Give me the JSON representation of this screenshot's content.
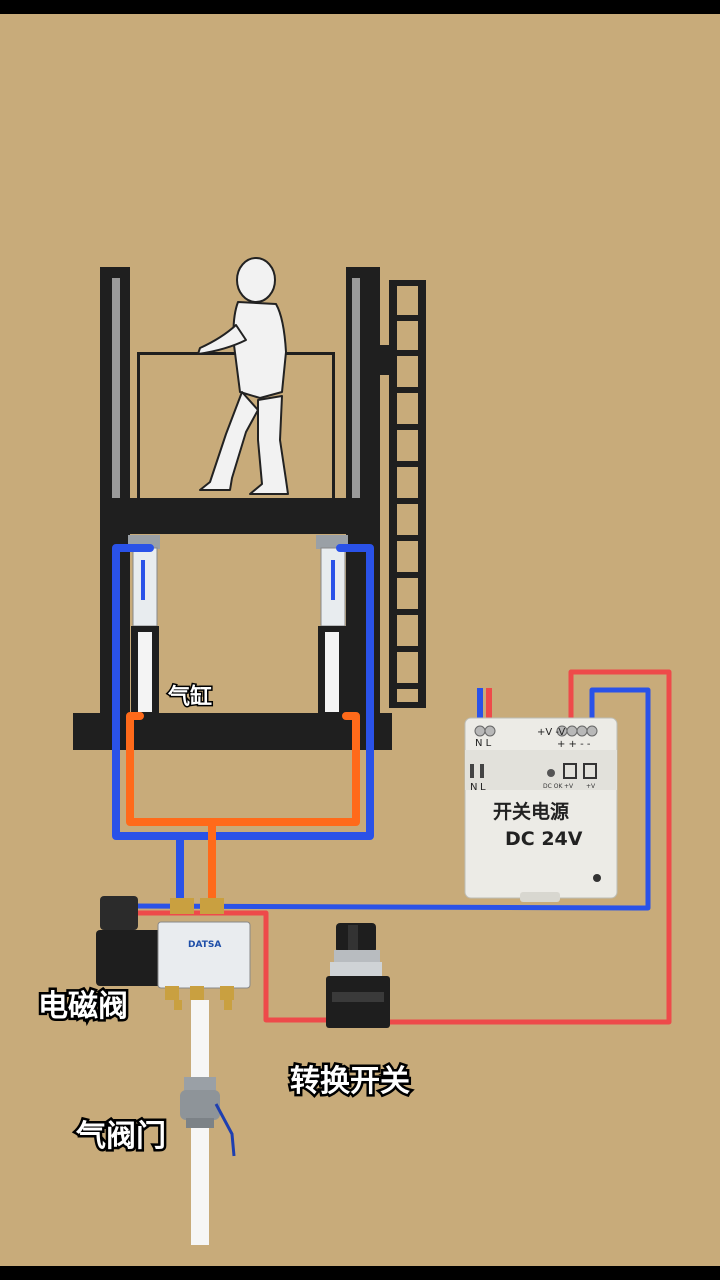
{
  "labels": {
    "cylinder": "气缸",
    "solenoid_valve": "电磁阀",
    "switch": "转换开关",
    "air_valve": "气阀门"
  },
  "power_supply": {
    "title": "开关电源",
    "voltage": "DC 24V",
    "input_terminals": "N L",
    "output_terminals": "+V  -V",
    "output_sub": "+ +  - -",
    "n_label": "N",
    "l_label": "L",
    "dc_ok": "DC OK",
    "adj_label": "+V",
    "v_label": "+V"
  },
  "valve_brand": "DATSA",
  "colors": {
    "background": "#c8ab7a",
    "frame": "#1f1f1f",
    "wire_blue": "#2a52e8",
    "wire_red": "#ee4a4a",
    "hose_orange": "#ff6a1a",
    "psu_body": "#ecebe6"
  }
}
